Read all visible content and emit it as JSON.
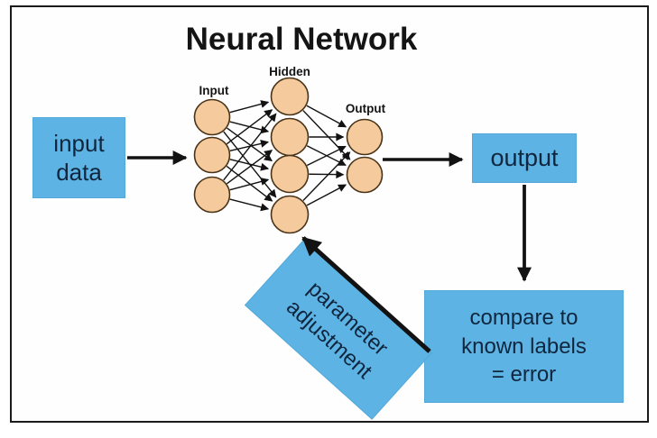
{
  "title": "Neural Network",
  "colors": {
    "box_blue": "#5db4e4",
    "box_text": "#10263e",
    "node_fill": "#f5cb9d",
    "node_stroke": "#4a3419",
    "arrow_black": "#121212",
    "frame_border": "#1b1b1b"
  },
  "network": {
    "layers": [
      {
        "name": "input",
        "label": "Input",
        "count": 3
      },
      {
        "name": "hidden",
        "label": "Hidden",
        "count": 4
      },
      {
        "name": "output",
        "label": "Output",
        "count": 2
      }
    ]
  },
  "boxes": {
    "input_data": {
      "lines": [
        "input",
        "data"
      ]
    },
    "output": {
      "label": "output"
    },
    "compare": {
      "lines": [
        "compare to",
        "known labels",
        "= error"
      ]
    },
    "parameter": {
      "lines": [
        "parameter",
        "adjustment"
      ]
    }
  }
}
